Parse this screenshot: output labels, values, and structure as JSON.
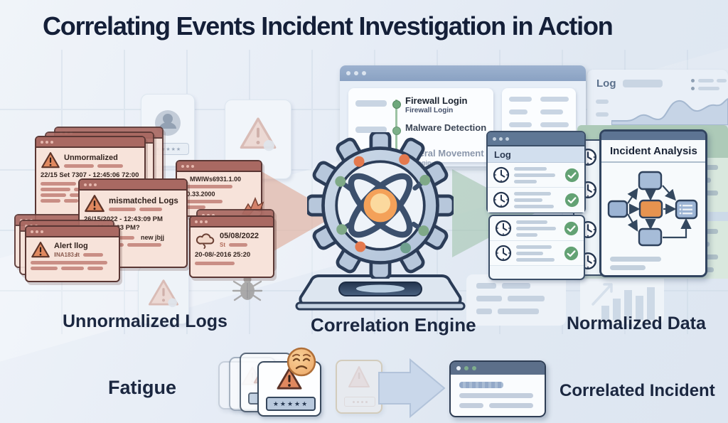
{
  "title": "Correlating Events Incident Investigation in Action",
  "labels": {
    "unnormalized": "Unnormalized Logs",
    "engine": "Correlation Engine",
    "normalized": "Normalized Data",
    "fatigue": "Fatigue",
    "correlated": "Correlated Incident"
  },
  "log_windows": {
    "unmormalized": {
      "title": "Unmormalized",
      "timestamp": "22/15 Set 7307 - 12:45:06 72:00"
    },
    "mismatched": {
      "title": "mismatched Logs",
      "timestamp1": "26/15/2022 - 12:43:09 PM",
      "timestamp2": "12:10:33 PM?",
      "note": "new jbjj"
    },
    "alert": {
      "title": "Alert llog",
      "code": "ⅠNA183Ⅎt"
    },
    "version": {
      "title": "MWIWs6931.1.00",
      "code": "1.0.33.2000"
    },
    "dated": {
      "title": "05/08/2022",
      "tag": "St",
      "timestamp": "20-08/-2016 25:20"
    }
  },
  "event_timeline": {
    "items": [
      {
        "label": "Firewall Login",
        "sub": "Firewall Login"
      },
      {
        "label": "Malware Detection",
        "sub": ""
      },
      {
        "label": "Lateral Movement",
        "sub": "Login"
      }
    ]
  },
  "normalized_log_panel": {
    "header": "Log"
  },
  "area_chart_panel": {
    "header": "Log"
  },
  "incident_panel": {
    "title": "Incident Analysis"
  },
  "fatigue_card": {
    "stars": "★★★★★"
  },
  "avatar_card": {
    "stars": "★★★★★"
  },
  "colors": {
    "title_navy": "#141f38",
    "log_window_red": "#a96962",
    "log_window_body": "#f7e3da",
    "gear_blue": "#b7c7db",
    "check_green": "#63a274",
    "node_orange": "#e8924f",
    "panel_navy": "#5f7795"
  }
}
